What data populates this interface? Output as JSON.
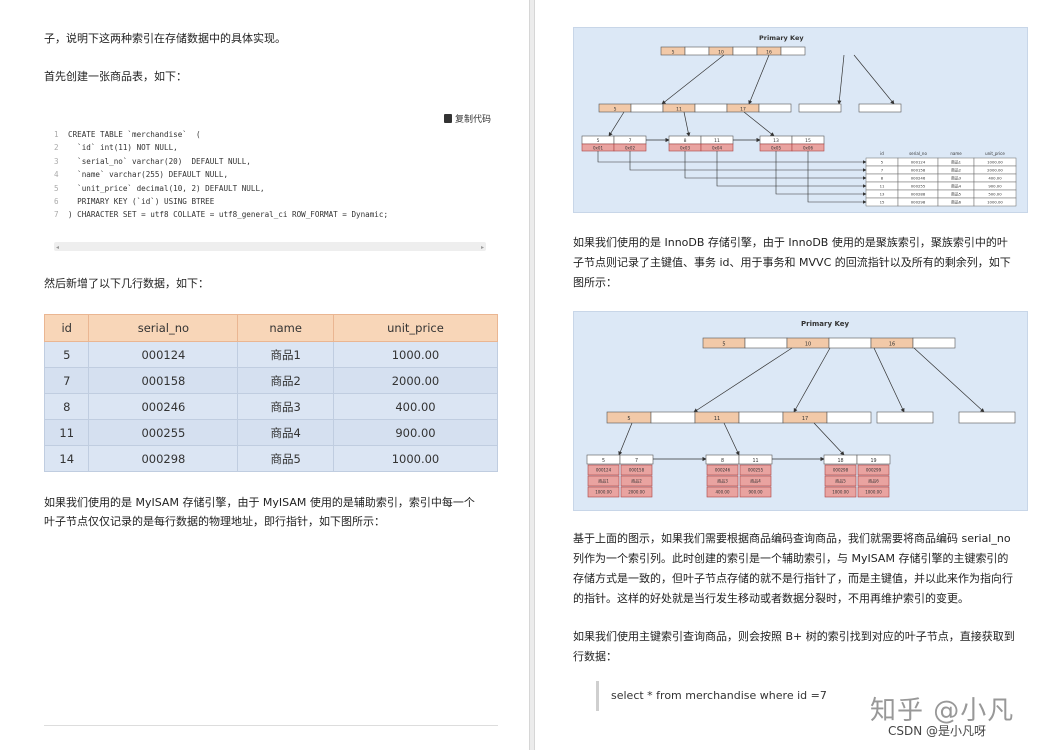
{
  "left": {
    "intro_text": "子，说明下这两种索引在存储数据中的具体实现。",
    "create_text": "首先创建一张商品表，如下：",
    "copy_label": "复制代码",
    "code_lines": [
      {
        "n": "1",
        "t": "CREATE TABLE `merchandise`  ("
      },
      {
        "n": "2",
        "t": "  `id` int(11) NOT NULL,"
      },
      {
        "n": "3",
        "t": "  `serial_no` varchar(20)  DEFAULT NULL,"
      },
      {
        "n": "4",
        "t": "  `name` varchar(255) DEFAULT NULL,"
      },
      {
        "n": "5",
        "t": "  `unit_price` decimal(10, 2) DEFAULT NULL,"
      },
      {
        "n": "6",
        "t": "  PRIMARY KEY (`id`) USING BTREE"
      },
      {
        "n": "7",
        "t": ") CHARACTER SET = utf8 COLLATE = utf8_general_ci ROW_FORMAT = Dynamic;"
      }
    ],
    "insert_text": "然后新增了以下几行数据，如下：",
    "table": {
      "headers": [
        "id",
        "serial_no",
        "name",
        "unit_price"
      ],
      "rows": [
        [
          "5",
          "000124",
          "商品1",
          "1000.00"
        ],
        [
          "7",
          "000158",
          "商品2",
          "2000.00"
        ],
        [
          "8",
          "000246",
          "商品3",
          "400.00"
        ],
        [
          "11",
          "000255",
          "商品4",
          "900.00"
        ],
        [
          "14",
          "000298",
          "商品5",
          "1000.00"
        ]
      ]
    },
    "myisam_text_1": "如果我们使用的是 MyISAM 存储引擎，由于 MyISAM 使用的是辅助索引，索引中每一个",
    "myisam_text_2": "叶子节点仅仅记录的是每行数据的物理地址，即行指针，如下图所示："
  },
  "right": {
    "diagram1": {
      "title": "Primary Key",
      "root_keys": [
        "5",
        "10",
        "16"
      ],
      "level2_keys": [
        "5",
        "11",
        "17"
      ],
      "leaves": [
        {
          "keys": [
            "5",
            "7"
          ],
          "vals": [
            "0x01",
            "0x02"
          ]
        },
        {
          "keys": [
            "8",
            "11"
          ],
          "vals": [
            "0x03",
            "0x04"
          ]
        },
        {
          "keys": [
            "13",
            "15"
          ],
          "vals": [
            "0x05",
            "0x06"
          ]
        }
      ],
      "table_headers": [
        "id",
        "serial_no",
        "name",
        "unit_price"
      ],
      "table_rows": [
        [
          "5",
          "000124",
          "商品1",
          "1000.00"
        ],
        [
          "7",
          "000158",
          "商品2",
          "2000.00"
        ],
        [
          "8",
          "000246",
          "商品3",
          "400.00"
        ],
        [
          "11",
          "000255",
          "商品4",
          "900.00"
        ],
        [
          "13",
          "000288",
          "商品5",
          "500.00"
        ],
        [
          "15",
          "000298",
          "商品6",
          "1000.00"
        ]
      ]
    },
    "innodb_text_1": "如果我们使用的是 InnoDB 存储引擎，由于 InnoDB 使用的是聚族索引，聚族索引中的叶",
    "innodb_text_2": "子节点则记录了主键值、事务 id、用于事务和 MVVC 的回流指针以及所有的剩余列，如下",
    "innodb_text_3": "图所示：",
    "diagram2": {
      "title": "Primary Key",
      "root_keys": [
        "5",
        "10",
        "16"
      ],
      "level2_keys": [
        "5",
        "11",
        "17"
      ],
      "leaves": [
        {
          "keys": [
            "5",
            "7"
          ],
          "rows": [
            [
              "000124",
              "000158"
            ],
            [
              "商品1",
              "商品2"
            ],
            [
              "1000.00",
              "2000.00"
            ]
          ]
        },
        {
          "keys": [
            "8",
            "11"
          ],
          "rows": [
            [
              "000246",
              "000255"
            ],
            [
              "商品3",
              "商品4"
            ],
            [
              "400.00",
              "900.00"
            ]
          ]
        },
        {
          "keys": [
            "18",
            "19"
          ],
          "rows": [
            [
              "000298",
              "000299"
            ],
            [
              "商品5",
              "商品6"
            ],
            [
              "1000.00",
              "1000.00"
            ]
          ]
        }
      ]
    },
    "secondary_text_1": "基于上面的图示，如果我们需要根据商品编码查询商品，我们就需要将商品编码 serial_no",
    "secondary_text_2": "列作为一个索引列。此时创建的索引是一个辅助索引，与 MyISAM 存储引擎的主键索引的",
    "secondary_text_3": "存储方式是一致的，但叶子节点存储的就不是行指针了，而是主键值，并以此来作为指向行",
    "secondary_text_4": "的指针。这样的好处就是当行发生移动或者数据分裂时，不用再维护索引的变更。",
    "pk_query_text_1": "如果我们使用主键索引查询商品，则会按照 B+ 树的索引找到对应的叶子节点，直接获取到",
    "pk_query_text_2": "行数据：",
    "sql": "select * from merchandise where id =7",
    "watermark": "知乎 @小凡",
    "csdn": "CSDN @是小凡呀"
  },
  "colors": {
    "table_header": "#f8d6b8",
    "table_row": "#dbe5f3",
    "node_orange": "#f2c9a8",
    "leaf_red": "#e9a3a0",
    "diagram_bg": "#dce8f6"
  }
}
